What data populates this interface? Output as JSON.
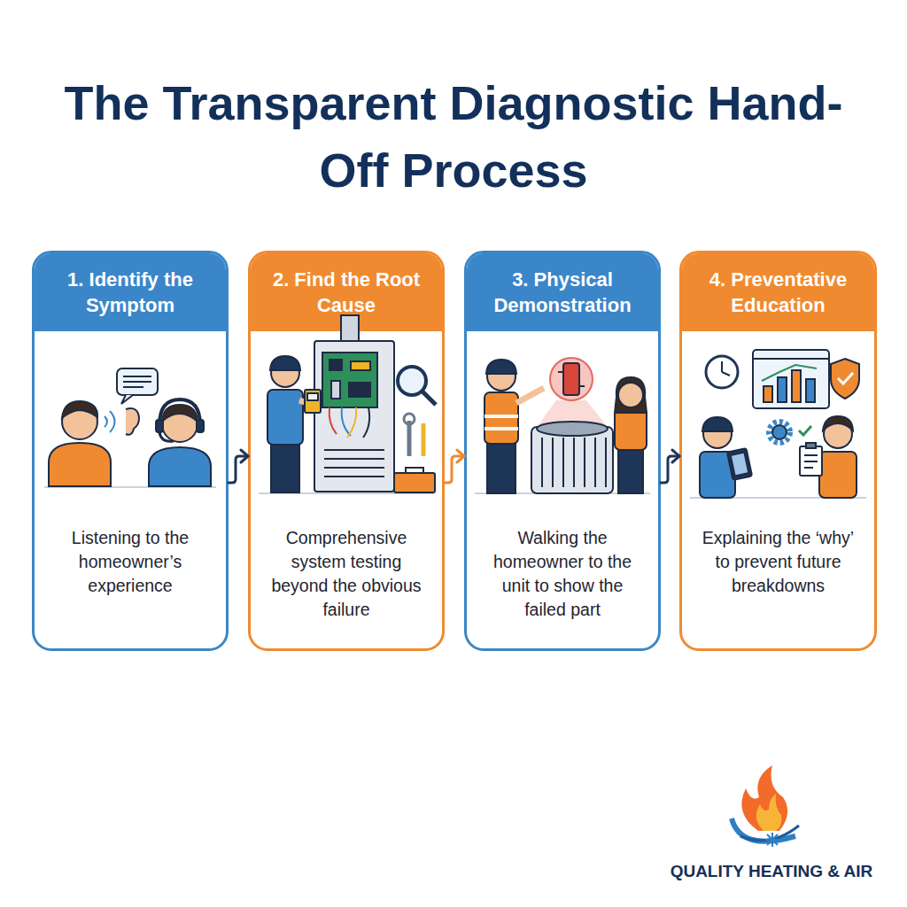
{
  "diagram": {
    "title": "The Transparent Diagnostic Hand-Off Process",
    "nodes": [
      {
        "text": [
          "1. Identify the Symptom",
          "Listening to the homeowner’s experience"
        ]
      },
      {
        "text": [
          "2. Find the Root Cause",
          "Comprehensive system testing beyond the obvious failure"
        ]
      },
      {
        "text": [
          "3. Physical Demonstration",
          "Walking the homeowner to the unit to show the failed part"
        ]
      },
      {
        "text": [
          "4. Preventative Education",
          "Explaining the ‘why’ to prevent future breakdowns"
        ]
      }
    ],
    "edges": [
      {
        "from": 0,
        "to": 1,
        "arrow": "to"
      },
      {
        "from": 1,
        "to": 2,
        "arrow": "to"
      },
      {
        "from": 2,
        "to": 3,
        "arrow": "to"
      }
    ],
    "labels": [
      "QUALITY HEATING & AIR"
    ]
  }
}
